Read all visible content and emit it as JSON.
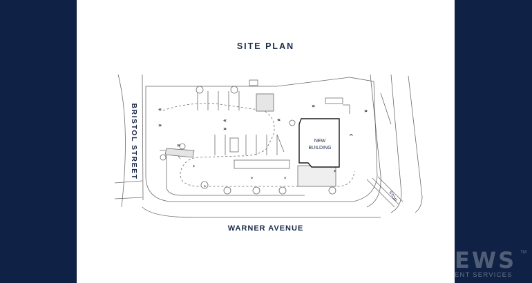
{
  "plan": {
    "title": "SITE PLAN",
    "street_name": "BRISTOL STREET",
    "avenue_name": "WARNER AVENUE",
    "building_label_line1": "NEW",
    "building_label_line2": "BUILDING",
    "stop_label": "STOP"
  },
  "watermark": {
    "mark": "EWS",
    "tm": "TM",
    "subtitle": "ENT SERVICES"
  },
  "colors": {
    "frame": "#0f2144",
    "sheet": "#ffffff",
    "ink": "#1b2a4a",
    "lines": "#6a6a6a"
  }
}
